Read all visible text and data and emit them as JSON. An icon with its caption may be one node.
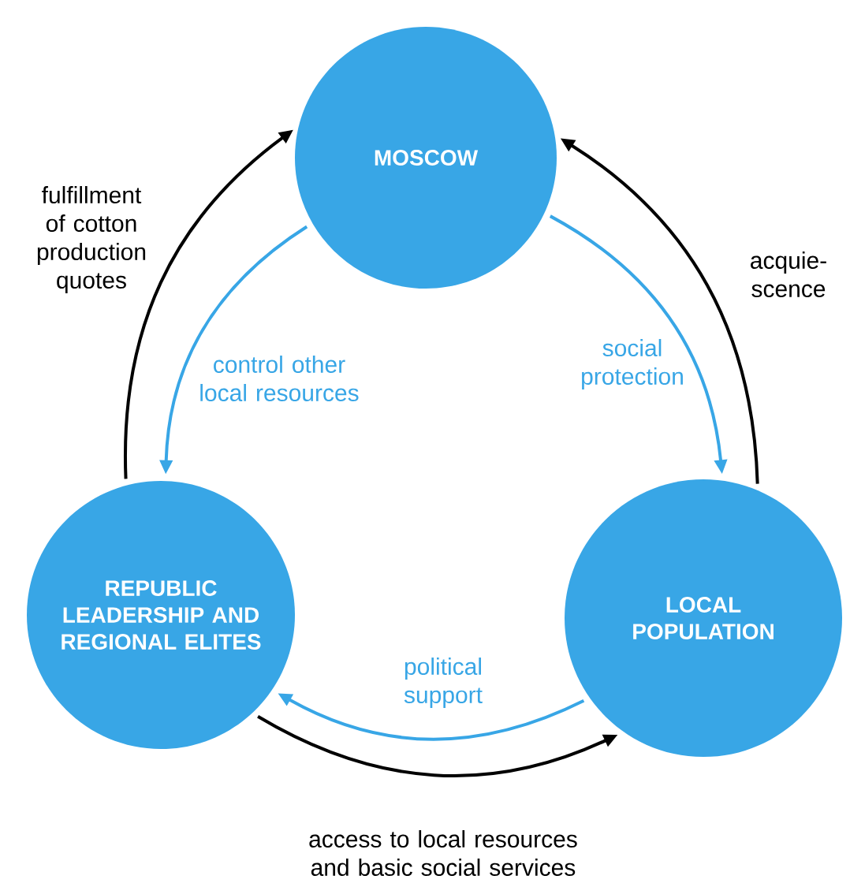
{
  "diagram": {
    "nodes": [
      {
        "text": [
          "MOSCOW"
        ]
      },
      {
        "text": [
          "REPUBLIC LEADERSHIP AND REGIONAL ELITES"
        ]
      },
      {
        "text": [
          "LOCAL POPULATION"
        ]
      }
    ],
    "edges": [
      {
        "from": 1,
        "to": 0,
        "arrow": "to",
        "label": "fulfillment of cotton production quotes"
      },
      {
        "from": 0,
        "to": 1,
        "arrow": "to",
        "label": "control other local resources",
        "color": "#38a6e6"
      },
      {
        "from": 0,
        "to": 2,
        "arrow": "to",
        "label": "social protection",
        "color": "#38a6e6"
      },
      {
        "from": 2,
        "to": 0,
        "arrow": "to",
        "label": "acquie- scence"
      },
      {
        "from": 2,
        "to": 1,
        "arrow": "to",
        "label": "political support",
        "color": "#38a6e6"
      },
      {
        "from": 1,
        "to": 2,
        "arrow": "to",
        "label": "access to local resources and basic social services"
      }
    ]
  }
}
